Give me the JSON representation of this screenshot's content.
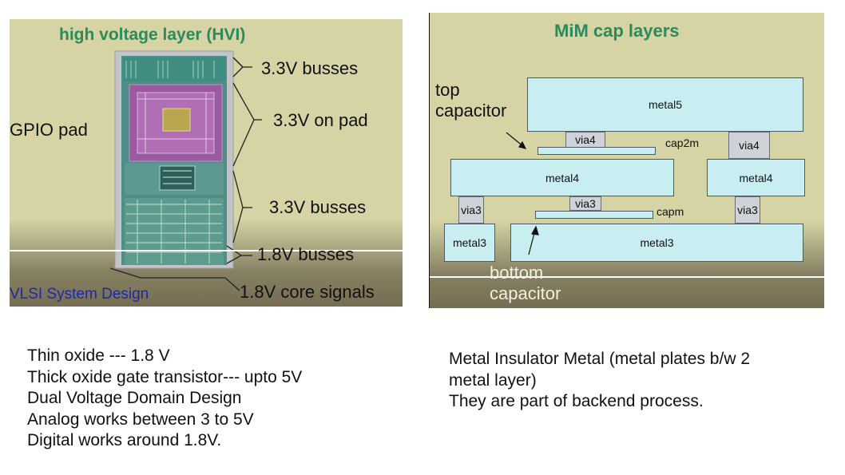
{
  "left_panel": {
    "title": "high voltage layer (HVI)",
    "labels": {
      "busses_top": "3.3V busses",
      "on_pad": "3.3V on pad",
      "gpio": "GPIO pad",
      "busses_mid": "3.3V busses",
      "busses_low": "1.8V busses",
      "core": "1.8V core signals",
      "footer": "VLSI System Design"
    },
    "colors": {
      "background": "#d6d3a4",
      "title": "#2c8a5b",
      "footer": "#1a2aa8"
    }
  },
  "right_panel": {
    "title": "MiM cap layers",
    "top_capacitor": [
      "top",
      "capacitor"
    ],
    "bottom_capacitor": [
      "bottom",
      "capacitor"
    ],
    "layers": {
      "metal5": "metal5",
      "via4_a": "via4",
      "cap2m": "cap2m",
      "via4_b": "via4",
      "metal4_a": "metal4",
      "metal4_b": "metal4",
      "via3_a": "via3",
      "via3_mid": "via3",
      "capm": "capm",
      "via3_b": "via3",
      "metal3_a": "metal3",
      "metal3_b": "metal3"
    },
    "colors": {
      "metal": "#c9eef2",
      "via": "#cfd2d8",
      "title": "#2c8a5b"
    }
  },
  "left_notes": [
    "Thin oxide --- 1.8 V",
    "Thick oxide gate transistor---  upto 5V",
    "Dual Voltage Domain Design",
    "Analog works between 3 to 5V",
    "Digital works around 1.8V."
  ],
  "right_notes": [
    "Metal Insulator Metal (metal plates b/w 2",
    "metal layer)",
    "They are part of backend process."
  ]
}
